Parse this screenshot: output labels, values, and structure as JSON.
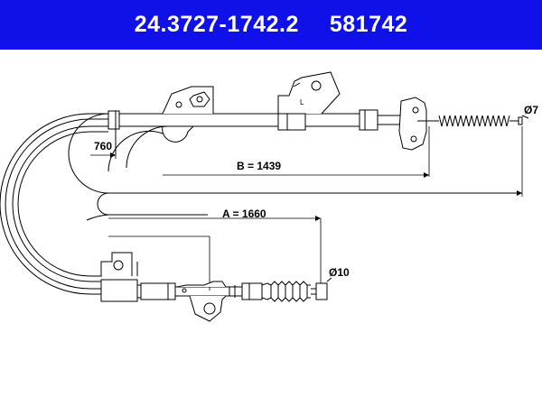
{
  "header": {
    "part_number": "24.3727-1742.2",
    "ref_number": "581742",
    "background_color": "#1010e8",
    "text_color": "#ffffff"
  },
  "dimensions": {
    "a_label": "A = 1660",
    "b_label": "B = 1439",
    "sheath_label": "760",
    "diameter_top": "Ø7",
    "diameter_bottom": "Ø10",
    "bracket_marker": "L"
  }
}
